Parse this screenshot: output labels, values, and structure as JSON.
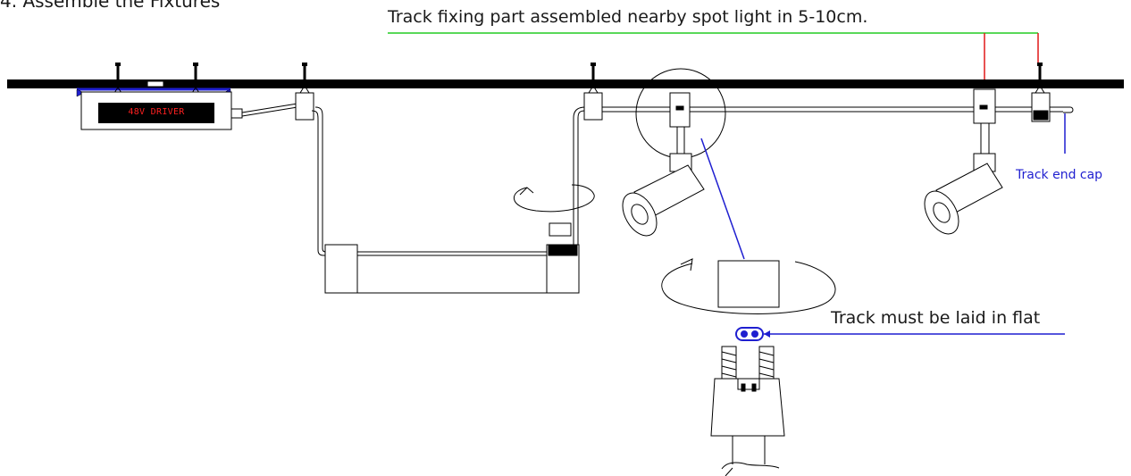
{
  "title": "4. Assemble the Fixtures",
  "annotations": {
    "top_note": "Track fixing part assembled nearby spot light in 5-10cm.",
    "end_cap": "Track end cap",
    "flat_note": "Track must be laid in flat",
    "driver": "48V DRIVER"
  },
  "colors": {
    "ceiling": "#000000",
    "line": "#000000",
    "callout_blue": "#1f1fd0",
    "dimension_green": "#22cc22",
    "dimension_red": "#e01818",
    "driver_text": "#ff2020"
  }
}
